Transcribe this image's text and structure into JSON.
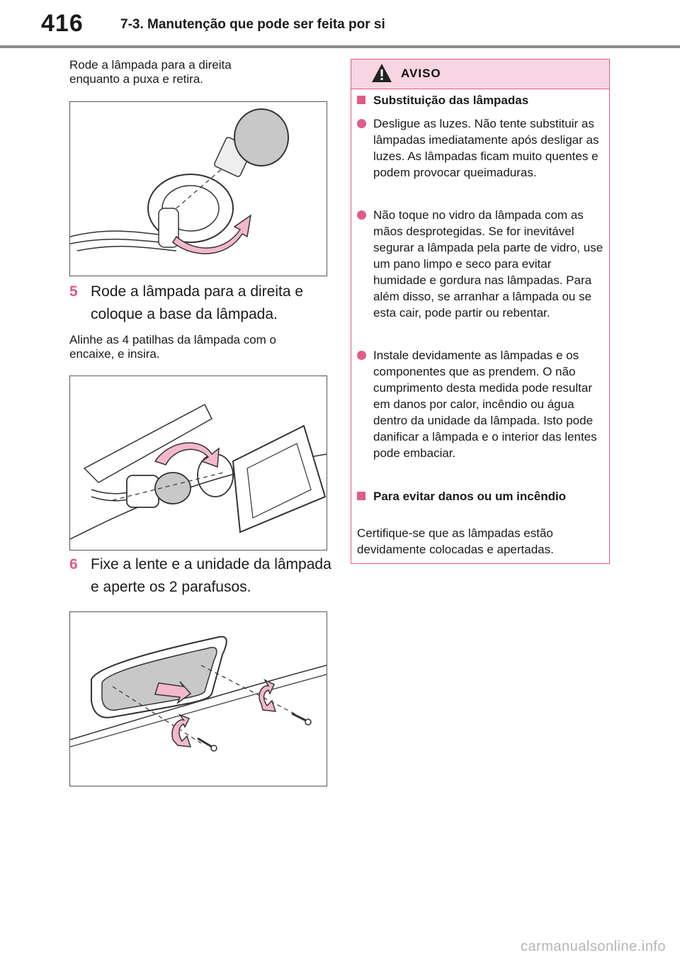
{
  "header": {
    "page_number": "416",
    "section_title": "7-3. Manutenção que pode ser feita por si"
  },
  "main": {
    "intro": "Rode a lâmpada para a direita enquanto a puxa e retira.",
    "steps": [
      {
        "number": "5",
        "text": "Rode a lâmpada para a direita e coloque a base da lâmpada."
      },
      {
        "number": "6",
        "text": "Fixe a lente e a unidade da lâmpada e aperte os 2 parafusos."
      }
    ],
    "step5_note": "Alinhe as 4 patilhas da lâmpada com o encaixe, e insira."
  },
  "warning": {
    "title": "AVISO",
    "heading1": "Substituição das lâmpadas",
    "bullets": [
      "Desligue as luzes. Não tente substituir as lâmpadas imediatamente após desligar as luzes. As lâmpadas ficam muito quentes e podem provocar queimaduras.",
      "Não toque no vidro da lâmpada com as mãos desprotegidas. Se for inevitável segurar a lâmpada pela parte de vidro, use um pano limpo e seco para evitar humidade e gordura nas lâmpadas. Para além disso, se arranhar a lâmpada ou se esta cair, pode partir ou rebentar.",
      "Instale devidamente as lâmpadas e os componentes que as prendem. O não cumprimento desta medida pode resultar em danos por calor, incêndio ou água dentro da unidade da lâmpada. Isto pode danificar a lâmpada e o interior das lentes pode embaciar."
    ],
    "heading2": "Para evitar danos ou um incêndio",
    "paragraph2": "Certifique-se que as lâmpadas estão devidamente colocadas e apertadas."
  },
  "watermark": "carmanualsonline.info",
  "colors": {
    "accent": "#e05c86",
    "warning_header_bg": "#f8d5e2",
    "arrow_fill": "#f3b8cb"
  }
}
